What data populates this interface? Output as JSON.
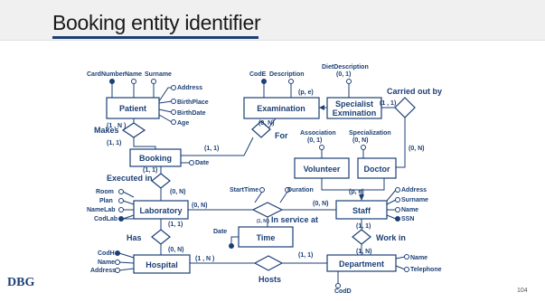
{
  "slide": {
    "title": "Booking entity identifier",
    "page_number": "104",
    "logo_text": "DBG"
  },
  "entities": {
    "patient": "Patient",
    "examination": "Examination",
    "specialist_examination": "Specialist Exmination",
    "booking": "Booking",
    "volunteer": "Volunteer",
    "doctor": "Doctor",
    "laboratory": "Laboratory",
    "staff": "Staff",
    "time": "Time",
    "hospital": "Hospital",
    "department": "Department"
  },
  "relationships": {
    "makes": "Makes",
    "for": "For",
    "carried_out_by": "Carried out by",
    "executed_in": "Executed in",
    "in_service_at": "In service at",
    "has": "Has",
    "work_in": "Work in",
    "hosts": "Hosts"
  },
  "attributes": {
    "card_number": "CardNumber",
    "name": "Name",
    "surname": "Surname",
    "address": "Address",
    "birth_place": "BirthPlace",
    "birth_date": "BirthDate",
    "age": "Age",
    "code_e": "CodE",
    "description": "Description",
    "diet_description": "DietDescription",
    "date": "Date",
    "association": "Association",
    "specialization": "Specialization",
    "start_time": "StartTime",
    "duration": "Duration",
    "room": "Room",
    "plan": "Plan",
    "name_lab": "NameLab",
    "cod_lab": "CodLab",
    "staff_address": "Address",
    "staff_surname": "Surname",
    "staff_name": "Name",
    "ssn": "SSN",
    "time_date": "Date",
    "cod_h": "CodH",
    "hospital_name": "Name",
    "hospital_address": "Address",
    "dept_name": "Name",
    "telephone": "Telephone",
    "cod_d": "CodD"
  },
  "cardinalities": {
    "diet_card": "(0, 1)",
    "spec_pe": "(p, e)",
    "patient_makes": "(1 , N )",
    "booking_makes": "(1, 1)",
    "exam_for": "(0, N)",
    "booking_for": "(1, 1)",
    "spec_carried": "(1 , 1)",
    "doctor_carried": "(0, N)",
    "assoc_card": "(0, 1)",
    "spec_card": "(0, N)",
    "staff_pe": "(p, e)",
    "booking_exec": "(1, 1)",
    "lab_exec": "(0, N)",
    "lab_service": "(0, N)",
    "staff_service": "(0, N)",
    "time_service": "(1, N )",
    "lab_has": "(1, 1)",
    "hospital_has": "(0, N)",
    "staff_work": "(1, 1)",
    "dept_work": "(1, N)",
    "hospital_hosts": "(1 , N )",
    "dept_hosts": "(1, 1)"
  },
  "colors": {
    "accent": "#1c3f75",
    "title_bar": "#f0f0f0"
  }
}
